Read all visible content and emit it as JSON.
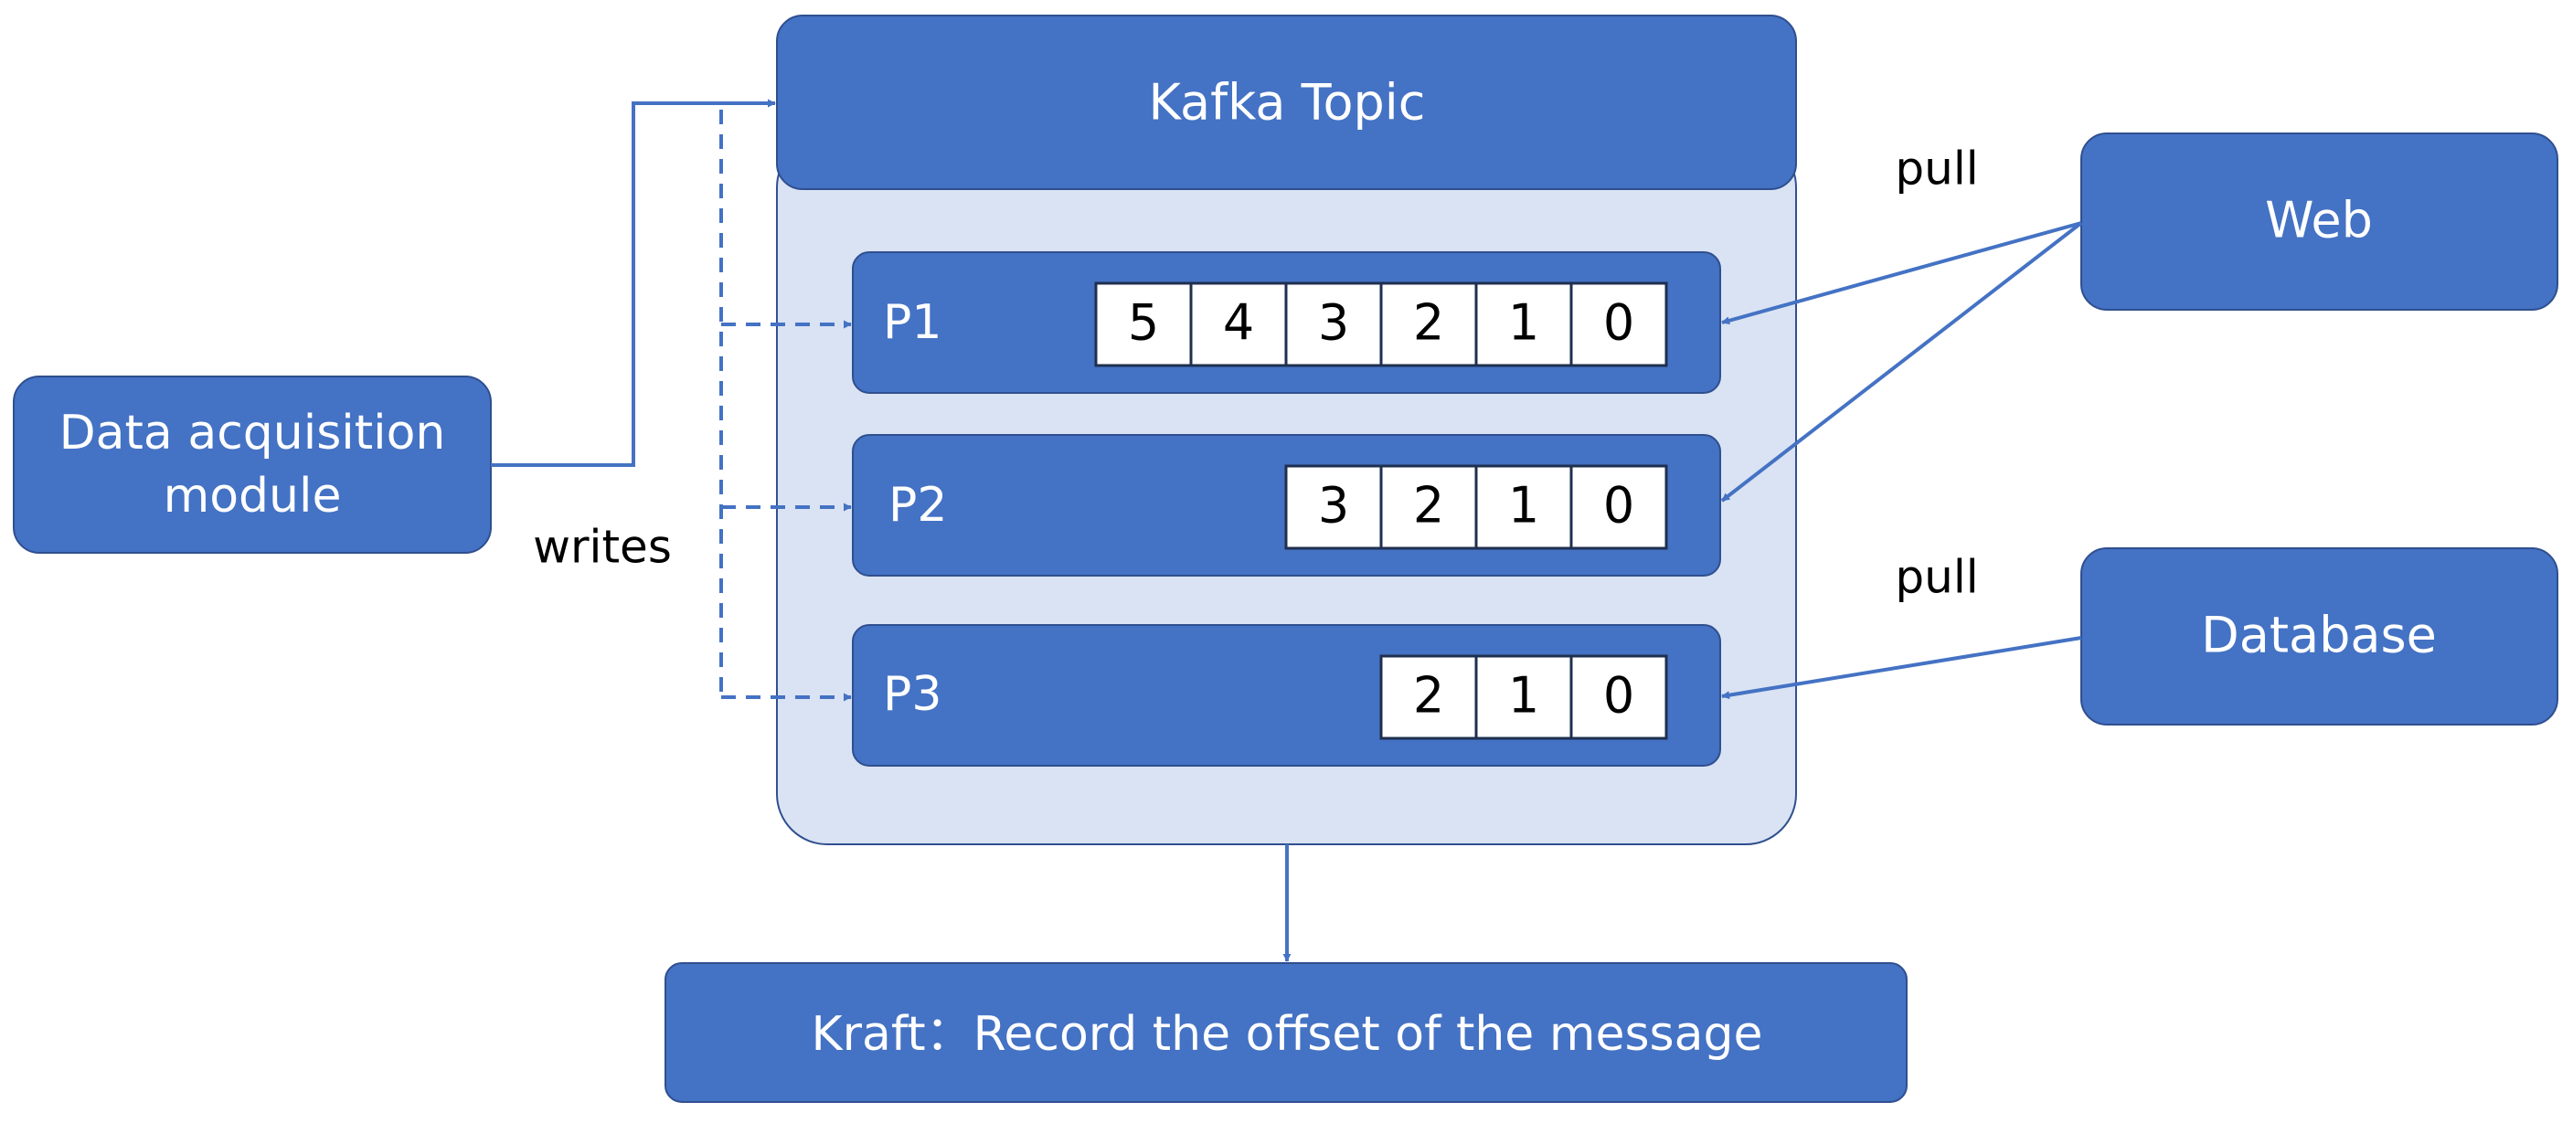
{
  "topic": {
    "label": "Kafka Topic"
  },
  "source": {
    "label_line1": "Data acquisition",
    "label_line2": "module"
  },
  "writes_label": "writes",
  "partitions": [
    {
      "label": "P1",
      "offsets": [
        "5",
        "4",
        "3",
        "2",
        "1",
        "0"
      ]
    },
    {
      "label": "P2",
      "offsets": [
        "3",
        "2",
        "1",
        "0"
      ]
    },
    {
      "label": "P3",
      "offsets": [
        "2",
        "1",
        "0"
      ]
    }
  ],
  "consumers": [
    {
      "label": "Web",
      "edge_label": "pull"
    },
    {
      "label": "Database",
      "edge_label": "pull"
    }
  ],
  "kraft": {
    "label": "Kraft：Record the offset of the message"
  },
  "colors": {
    "box_fill": "#4472C4",
    "box_stroke": "#2F4F8F",
    "container_fill": "#DAE3F3",
    "arrow": "#4472C4",
    "cell_fill": "#FFFFFF",
    "text_light": "#FFFFFF",
    "text_dark": "#000000"
  }
}
